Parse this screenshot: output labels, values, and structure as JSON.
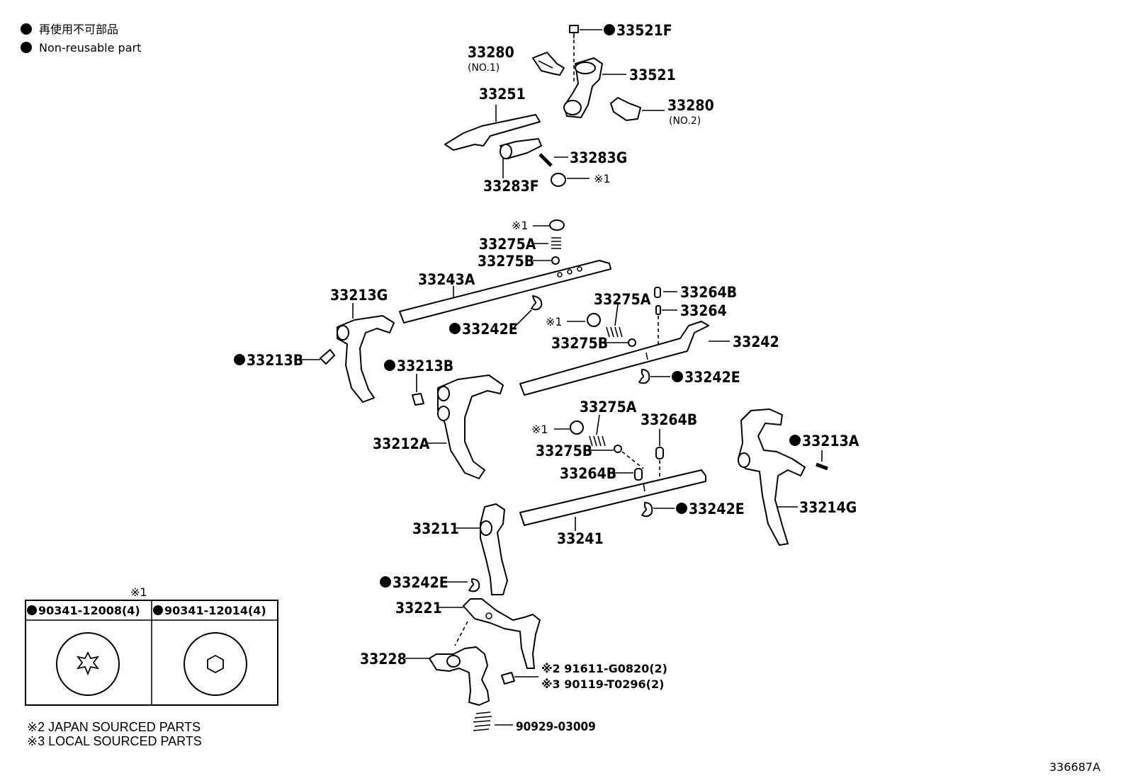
{
  "legend": {
    "line1": "再使用不可部品",
    "line2": "Non-reusable part"
  },
  "notes": {
    "japan": "※2 JAPAN SOURCED PARTS",
    "local": "※3 LOCAL SOURCED PARTS"
  },
  "figure_id": "336687A",
  "ref_box": {
    "title": "※1",
    "left_label": "90341-12008(4)",
    "right_label": "90341-12014(4)"
  },
  "parts": {
    "p33521F": "33521F",
    "p33280_1": "33280",
    "p33280_1_sub": "(NO.1)",
    "p33521": "33521",
    "p33251": "33251",
    "p33280_2": "33280",
    "p33280_2_sub": "(NO.2)",
    "p33283G": "33283G",
    "p33283F": "33283F",
    "ref1_a": "※1",
    "ref1_b": "※1",
    "p33275A_a": "33275A",
    "p33275B_a": "33275B",
    "p33243A": "33243A",
    "p33213G": "33213G",
    "p33242E_a": "33242E",
    "ref1_c": "※1",
    "p33275A_b": "33275A",
    "p33264B_a": "33264B",
    "p33264": "33264",
    "p33275B_b": "33275B",
    "p33242": "33242",
    "p33213B_a": "33213B",
    "p33213B_b": "33213B",
    "p33242E_b": "33242E",
    "p33275A_c": "33275A",
    "ref1_d": "※1",
    "p33264B_b": "33264B",
    "p33212A": "33212A",
    "p33275B_c": "33275B",
    "p33213A": "33213A",
    "p33264B_c": "33264B",
    "p33242E_c": "33242E",
    "p33214G": "33214G",
    "p33211": "33211",
    "p33241": "33241",
    "p33242E_d": "33242E",
    "p33221": "33221",
    "p33228": "33228",
    "p91611": "※2 91611-G0820(2)",
    "p90119": "※3 90119-T0296(2)",
    "p90929": "90929-03009"
  }
}
